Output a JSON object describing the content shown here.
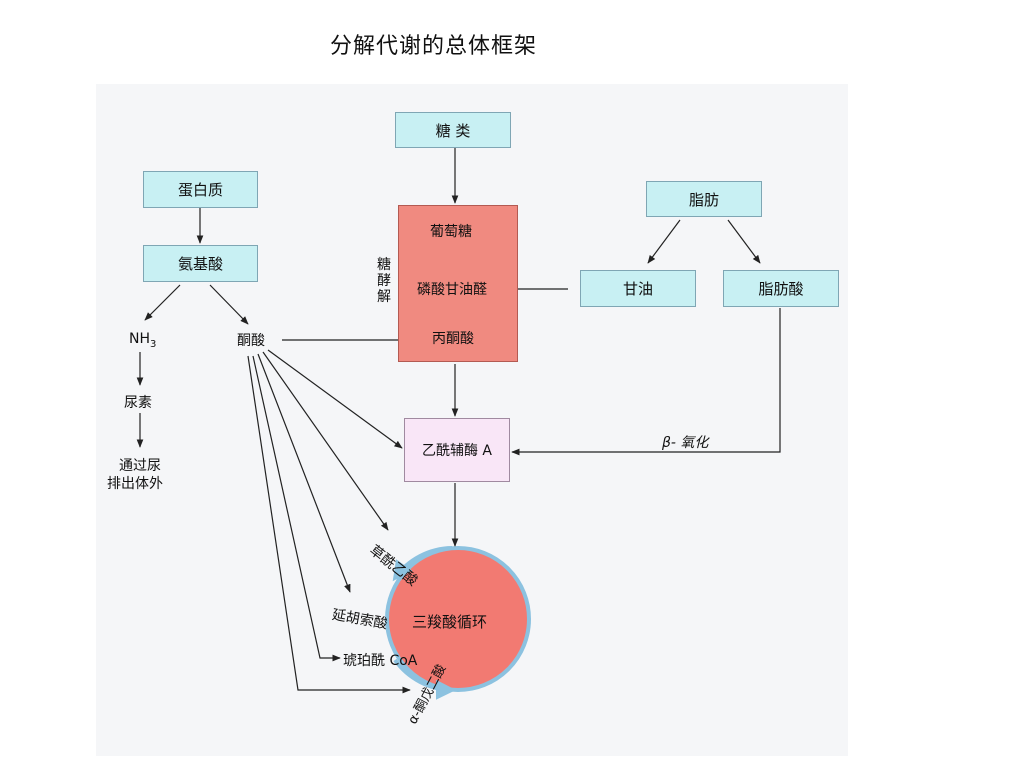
{
  "slide": {
    "title": "分解代谢的总体框架"
  },
  "diagram": {
    "nodes": {
      "sugar": "糖 类",
      "protein": "蛋白质",
      "fat": "脂肪",
      "amino_acid": "氨基酸",
      "glycerol": "甘油",
      "fatty_acid": "脂肪酸",
      "glucose": "葡萄糖",
      "g3p": "磷酸甘油醛",
      "pyruvate": "丙酮酸",
      "glycolysis": "糖酵解",
      "nh3": "NH",
      "nh3_sub": "3",
      "keto_acid": "酮酸",
      "urea": "尿素",
      "excretion_1": "通过尿",
      "excretion_2": "排出体外",
      "acetyl_coa": "乙酰辅酶 A",
      "beta_oxidation": "β- 氧化",
      "tca_cycle": "三羧酸循环",
      "oxaloacetate": "草酰乙酸",
      "fumarate": "延胡索酸",
      "succinyl_coa": "琥珀酰 CoA",
      "alpha_kg": "α-酮戊二酸"
    },
    "colors": {
      "box_fill": "#c8f0f3",
      "glycolysis_fill": "#f08a80",
      "acetyl_fill": "#f9e6f7",
      "cycle_fill": "#f27a72",
      "cycle_ring": "#8cc2e0"
    }
  }
}
